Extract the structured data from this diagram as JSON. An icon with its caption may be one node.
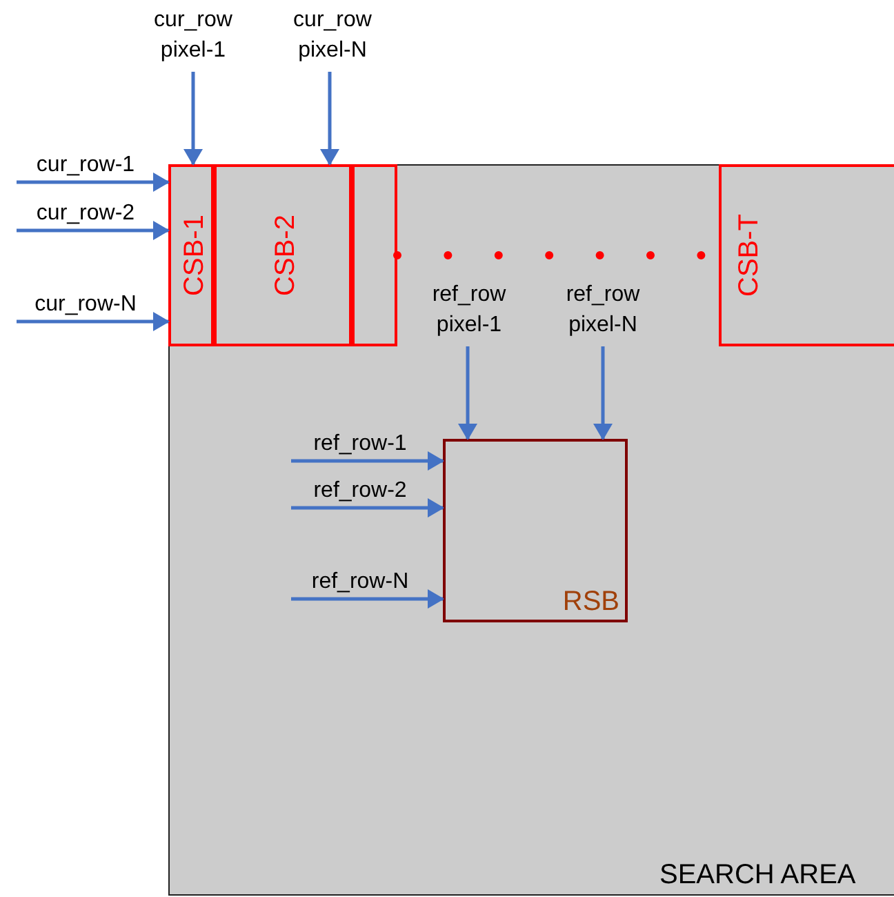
{
  "diagram": {
    "nodes": [
      {
        "text": [
          "SEARCH AREA"
        ]
      },
      {
        "text": [
          "CSB-1"
        ],
        "in": 0
      },
      {
        "text": [
          "CSB-2"
        ],
        "in": 0
      },
      {
        "text": [],
        "shape": "box",
        "in": 0
      },
      {
        "text": [
          "CSB-T"
        ],
        "in": 0
      },
      {
        "text": [
          "RSB"
        ],
        "in": 0
      },
      {
        "text": [
          "cur_row pixel-1"
        ]
      },
      {
        "text": [
          "cur_row pixel-N"
        ]
      },
      {
        "text": [
          "ref_row pixel-1"
        ],
        "in": 0
      },
      {
        "text": [
          "ref_row pixel-N"
        ],
        "in": 0
      }
    ],
    "edges": [
      {
        "from": null,
        "to": 1,
        "arrow": "to",
        "label": "cur_row-1"
      },
      {
        "from": null,
        "to": 1,
        "arrow": "to",
        "label": "cur_row-2"
      },
      {
        "from": null,
        "to": 1,
        "arrow": "to",
        "label": "cur_row-N"
      },
      {
        "from": 6,
        "to": 1,
        "arrow": "to"
      },
      {
        "from": 7,
        "to": 2,
        "arrow": "to"
      },
      {
        "from": 3,
        "to": 4,
        "arrow": "none",
        "style": "dashed",
        "color": "#ff0000"
      },
      {
        "from": 8,
        "to": 5,
        "arrow": "to"
      },
      {
        "from": 9,
        "to": 5,
        "arrow": "to"
      },
      {
        "from": null,
        "to": 5,
        "arrow": "to",
        "label": "ref_row-1"
      },
      {
        "from": null,
        "to": 5,
        "arrow": "to",
        "label": "ref_row-2"
      },
      {
        "from": null,
        "to": 5,
        "arrow": "to",
        "label": "ref_row-N"
      }
    ]
  }
}
